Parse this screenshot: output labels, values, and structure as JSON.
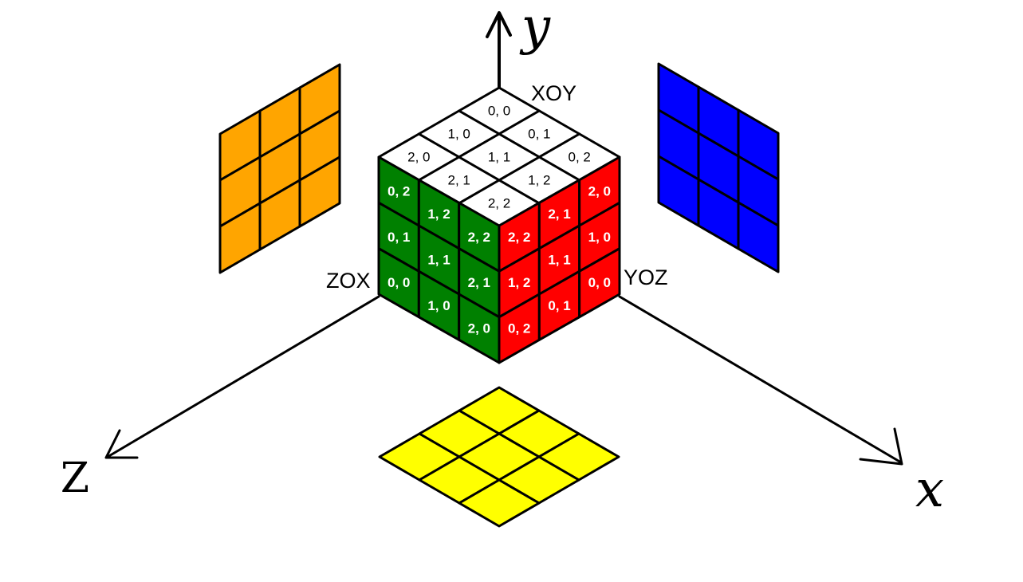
{
  "axes": {
    "y": "y",
    "x": "x",
    "z": "Z"
  },
  "plane_labels": {
    "top": "XOY",
    "left": "ZOX",
    "right": "YOZ"
  },
  "colors": {
    "top": "#ffffff",
    "left": "#008000",
    "right": "#ff0000",
    "orange": "#ffa500",
    "blue": "#0000ff",
    "yellow": "#ffff00",
    "top_text": "#000000",
    "side_text": "#ffffff",
    "stroke": "#000000"
  },
  "faces": {
    "top": [
      [
        "0, 0",
        "0, 1",
        "0, 2"
      ],
      [
        "1, 0",
        "1, 1",
        "1, 2"
      ],
      [
        "2, 0",
        "2, 1",
        "2, 2"
      ]
    ],
    "left": [
      [
        "0, 2",
        "1, 2",
        "2, 2"
      ],
      [
        "0, 1",
        "1, 1",
        "2, 1"
      ],
      [
        "0, 0",
        "1, 0",
        "2, 0"
      ]
    ],
    "right": [
      [
        "2, 2",
        "2, 1",
        "2, 0"
      ],
      [
        "1, 2",
        "1, 1",
        "1, 0"
      ],
      [
        "0, 2",
        "0, 1",
        "0, 0"
      ]
    ]
  }
}
